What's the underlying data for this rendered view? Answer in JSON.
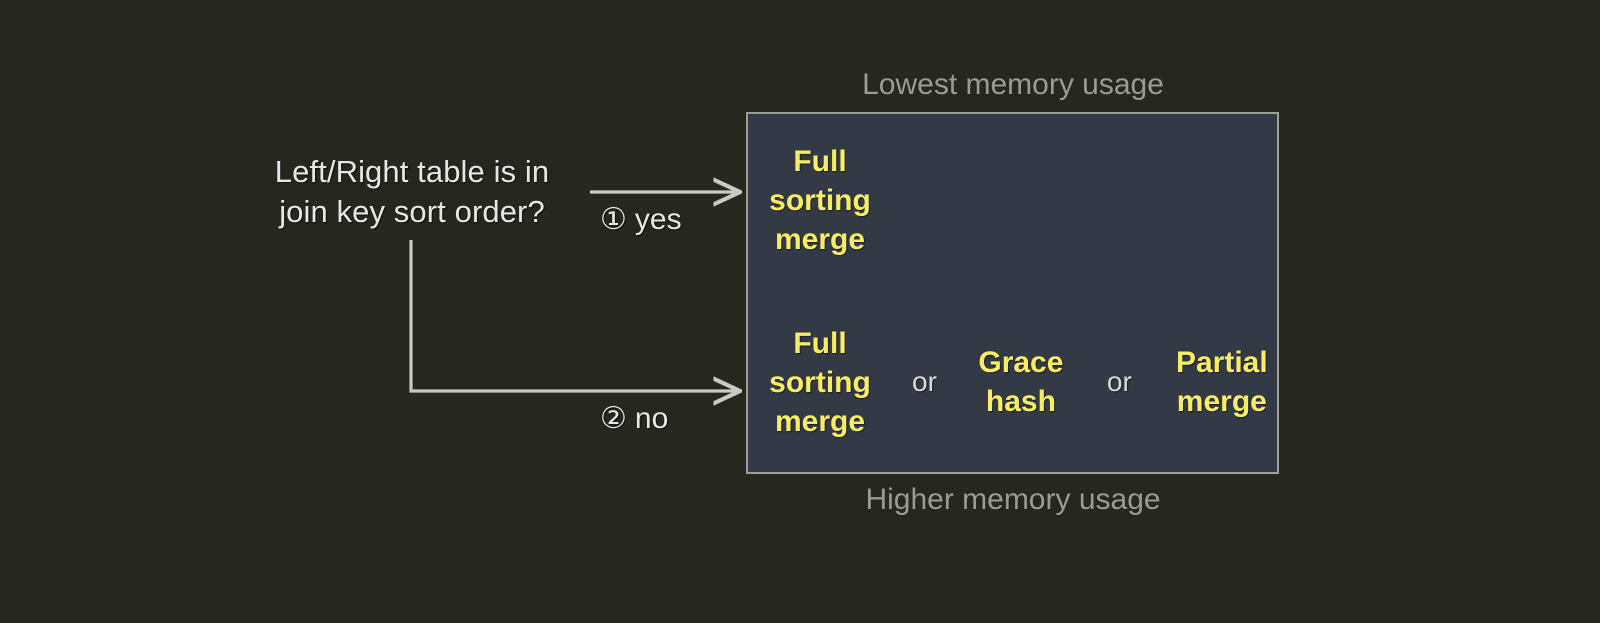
{
  "question": {
    "lines": [
      "Left/Right table is in",
      "join key sort order?"
    ]
  },
  "branches": [
    {
      "marker": "①",
      "label": "yes"
    },
    {
      "marker": "②",
      "label": "no"
    }
  ],
  "captions": {
    "top": "Lowest memory usage",
    "bottom": "Higher memory usage"
  },
  "panel": {
    "rows": [
      {
        "id": "sorted",
        "options": [
          {
            "words": [
              "Full",
              "sorting",
              "merge"
            ]
          }
        ],
        "separators": []
      },
      {
        "id": "unsorted",
        "options": [
          {
            "words": [
              "Full",
              "sorting",
              "merge"
            ]
          },
          {
            "words": [
              "Grace",
              "hash"
            ]
          },
          {
            "words": [
              "Partial",
              "merge"
            ]
          }
        ],
        "separators": [
          "or",
          "or"
        ]
      }
    ]
  },
  "colors": {
    "background": "#26271f",
    "panel_fill": "#333945",
    "panel_border": "#9d9d9a",
    "option_text": "#f6ed63",
    "body_text": "#e6e6e4",
    "caption_text": "#9a9a97",
    "connector": "#c9c9c6"
  }
}
